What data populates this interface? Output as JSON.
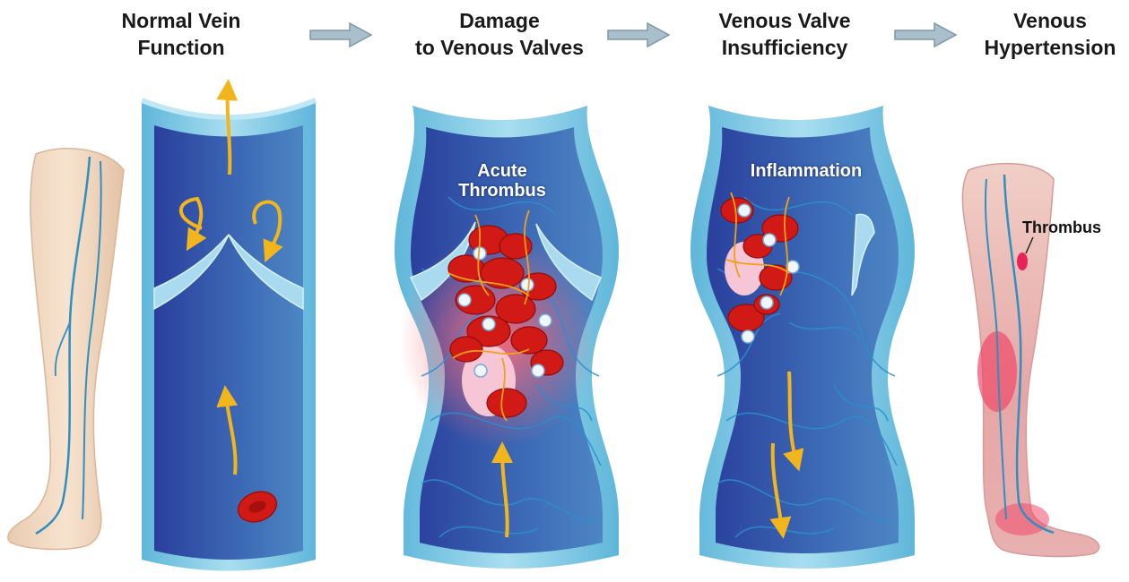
{
  "steps": [
    {
      "title_line1": "Normal Vein",
      "title_line2": "Function"
    },
    {
      "title_line1": "Damage",
      "title_line2": "to Venous Valves"
    },
    {
      "title_line1": "Venous Valve",
      "title_line2": "Insufficiency"
    },
    {
      "title_line1": "Venous",
      "title_line2": "Hypertension"
    }
  ],
  "labels": {
    "acute_line1": "Acute",
    "acute_line2": "Thrombus",
    "inflammation": "Inflammation",
    "thrombus": "Thrombus"
  },
  "colors": {
    "vein_wall": "#7fc9e3",
    "vein_interior": "#2f5aa6",
    "flow_arrow": "#f2b51c",
    "blood_cell": "#d11a16",
    "process_arrow": "#9fb7c4",
    "leg_normal": "#f3dcc4",
    "leg_inflamed": "#e89a9a"
  }
}
